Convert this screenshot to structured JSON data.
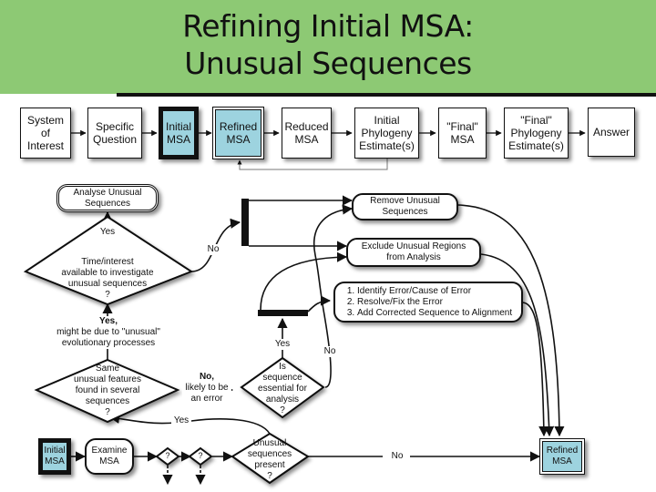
{
  "header": {
    "title_line1": "Refining Initial MSA:",
    "title_line2": "Unusual Sequences",
    "background_color": "#8dc974"
  },
  "pipeline": {
    "accent_color": "#9dd3df",
    "steps": [
      {
        "label": "System of Interest",
        "lines": [
          "System",
          "of",
          "Interest"
        ],
        "style": "plain"
      },
      {
        "label": "Specific Question",
        "lines": [
          "Specific",
          "Question"
        ],
        "style": "plain"
      },
      {
        "label": "Initial MSA",
        "lines": [
          "Initial",
          "MSA"
        ],
        "style": "highlighted-thick"
      },
      {
        "label": "Refined MSA",
        "lines": [
          "Refined",
          "MSA"
        ],
        "style": "highlighted-double"
      },
      {
        "label": "Reduced MSA",
        "lines": [
          "Reduced",
          "MSA"
        ],
        "style": "plain"
      },
      {
        "label": "Initial Phylogeny Estimate(s)",
        "lines": [
          "Initial",
          "Phylogeny",
          "Estimate(s)"
        ],
        "style": "plain"
      },
      {
        "label": "\"Final\" MSA",
        "lines": [
          "\"Final\"",
          "MSA"
        ],
        "style": "plain"
      },
      {
        "label": "\"Final\" Phylogeny Estimate(s)",
        "lines": [
          "\"Final\"",
          "Phylogeny",
          "Estimate(s)"
        ],
        "style": "plain"
      },
      {
        "label": "Answer",
        "lines": [
          "Answer"
        ],
        "style": "plain"
      }
    ]
  },
  "flow": {
    "analyse": {
      "line1": "Analyse Unusual",
      "line2": "Sequences"
    },
    "decision_time": {
      "lines": [
        "Time/interest",
        "available to investigate",
        "unusual sequences",
        "?"
      ]
    },
    "yes_top": "Yes",
    "no_time": "No",
    "yes_evolution": {
      "bold": "Yes,",
      "line2": "might be due to \"unusual\"",
      "line3": "evolutionary processes"
    },
    "decision_same": {
      "lines": [
        "Same",
        "unusual features",
        "found in several",
        "sequences",
        "?"
      ]
    },
    "no_error": {
      "bold": "No,",
      "line2": "likely to be",
      "line3": "an error"
    },
    "decision_essential": {
      "lines": [
        "Is",
        "sequence",
        "essential for",
        "analysis",
        "?"
      ]
    },
    "yes_essential": "Yes",
    "no_essential": "No",
    "remove": {
      "line1": "Remove Unusual",
      "line2": "Sequences"
    },
    "exclude": {
      "line1": "Exclude Unusual Regions",
      "line2": "from Analysis"
    },
    "fix_steps": [
      "Identify Error/Cause of Error",
      "Resolve/Fix the Error",
      "Add Corrected Sequence to Alignment"
    ],
    "initial_msa": {
      "line1": "Initial",
      "line2": "MSA"
    },
    "examine": {
      "line1": "Examine",
      "line2": "MSA"
    },
    "small_decision_1": "?",
    "small_decision_2": "?",
    "decision_present": {
      "lines": [
        "Unusual",
        "sequences",
        "present",
        "?"
      ]
    },
    "yes_present": "Yes",
    "no_present": "No",
    "refined_msa": {
      "line1": "Refined",
      "line2": "MSA"
    }
  }
}
